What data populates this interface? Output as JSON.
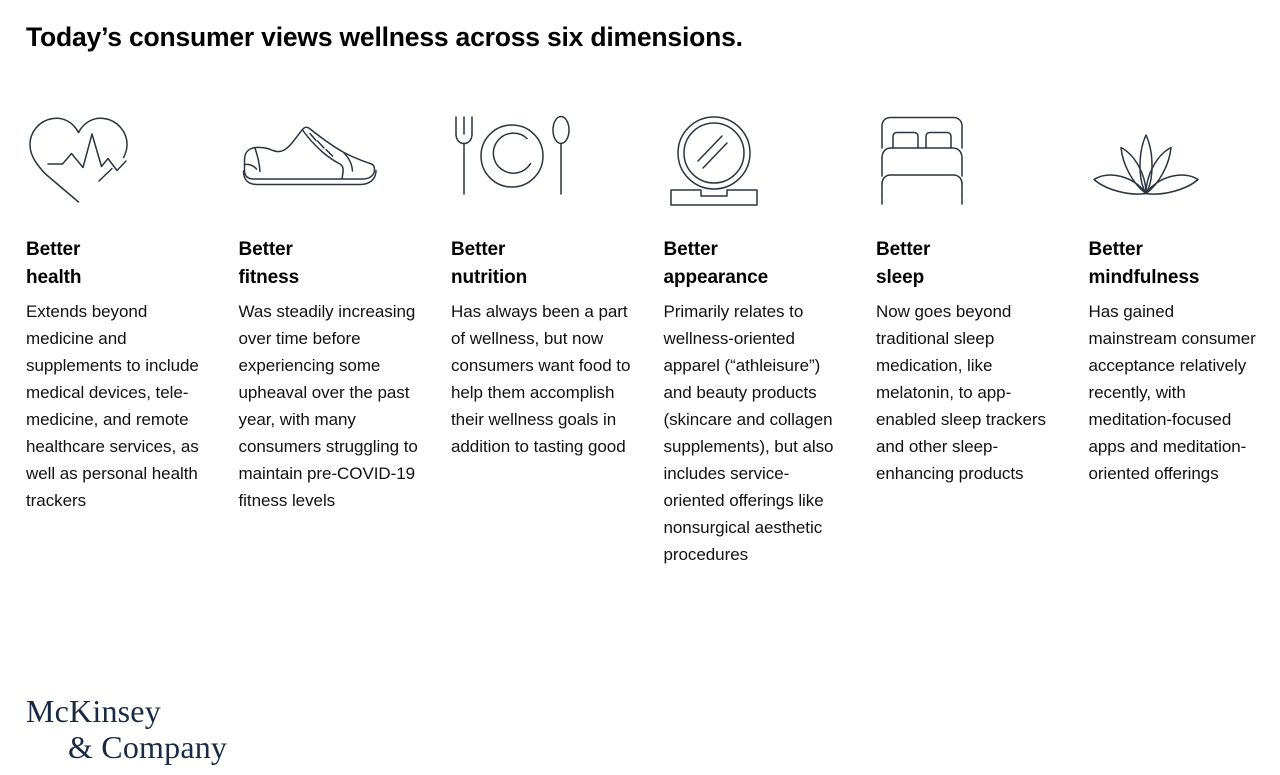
{
  "page": {
    "title": "Today’s consumer views wellness across six dimensions.",
    "background_color": "#ffffff",
    "text_color": "#000000",
    "icon_stroke_color": "#2b3440"
  },
  "columns": [
    {
      "icon": "heart-pulse-icon",
      "title": "Better\nhealth",
      "body": "Extends beyond medicine and supplements to include medical devices, tele-medicine, and remote healthcare services, as well as personal health trackers"
    },
    {
      "icon": "sneaker-icon",
      "title": "Better\nfitness",
      "body": "Was steadily increasing over time before experiencing some upheaval over the past year, with many consumers struggling to maintain pre-COVID-19 fitness levels"
    },
    {
      "icon": "plate-cutlery-icon",
      "title": "Better\nnutrition",
      "body": "Has always been a part of wellness, but now consumers want food to help them accomplish their wellness goals in addition to tasting good"
    },
    {
      "icon": "mirror-icon",
      "title": "Better\nappearance",
      "body": "Primarily relates to wellness-oriented apparel (“athleisure”) and beauty products (skincare and collagen supplements), but also includes service-oriented offerings like nonsurgical aesthetic procedures"
    },
    {
      "icon": "bed-icon",
      "title": "Better\nsleep",
      "body": "Now goes beyond traditional sleep medication, like melatonin, to app-enabled sleep trackers and other sleep-enhancing products"
    },
    {
      "icon": "lotus-icon",
      "title": "Better\nmindfulness",
      "body": "Has gained mainstream consumer acceptance relatively recently, with meditation-focused apps and meditation-oriented offerings"
    }
  ],
  "logo": {
    "line1": "McKinsey",
    "line2": "& Company",
    "color": "#1b2a44"
  }
}
